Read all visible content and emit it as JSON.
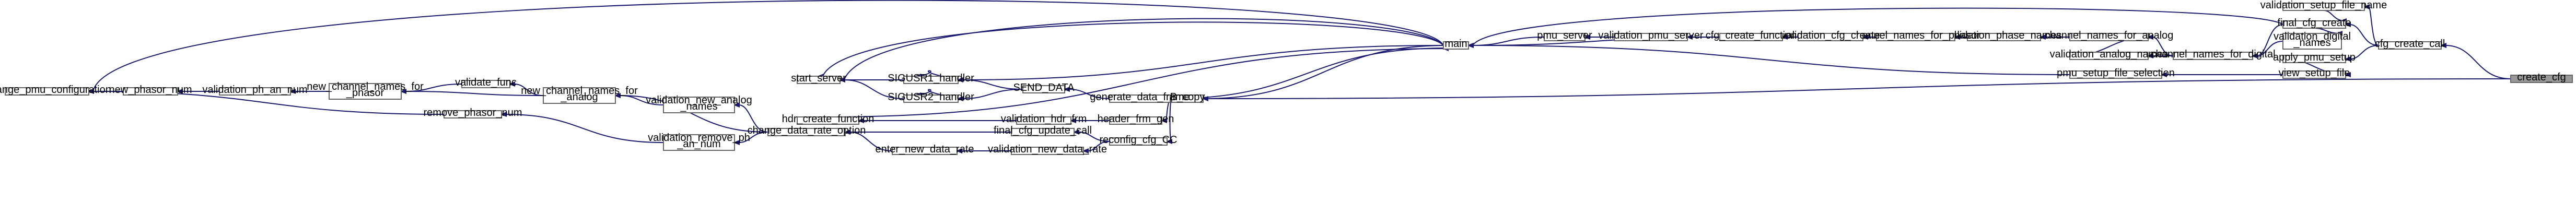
{
  "graph": {
    "nodes": {
      "create_cfg": "create_cfg",
      "cfg_create_call": "cfg_create_call",
      "B_copy": "B_copy",
      "validation_setup_file_name": "validation_setup_file_name",
      "final_cfg_create": "final_cfg_create",
      "validation_digital_names": [
        "validation_digital",
        "_names"
      ],
      "apply_pmu_setup": "apply_pmu_setup",
      "view_setup_file": "view_setup_file",
      "channel_names_for_digital": "channel_names_for_digital",
      "pmu_setup_file_selection": "pmu_setup_file_selection",
      "validation_analog_names": "validation_analog_names",
      "channel_names_for_analog": "channel_names_for_analog",
      "validation_phase_names": "validation_phase_names",
      "channel_names_for_phasor": "channel_names_for_phasor",
      "validation_cfg_create": "validation_cfg_create",
      "cfg_create_function": "cfg_create_function",
      "validation_pmu_server": "validation_pmu_server",
      "pmu_server": "pmu_server",
      "main": "main",
      "start_server": "start_server",
      "SIGUSR1_handler": "SIGUSR1_handler",
      "SIGUSR2_handler": "SIGUSR2_handler",
      "SEND_DATA": "SEND_DATA",
      "generate_data_frame": "generate_data_frame",
      "hdr_create_function": "hdr_create_function",
      "validation_hdr_frm": "validation_hdr_frm",
      "header_frm_gen": "header_frm_gen",
      "reconfig_cfg_CC": "reconfig_cfg_CC",
      "final_cfg_update_call": "final_cfg_update_call",
      "validation_new_data_rate": "validation_new_data_rate",
      "enter_new_data_rate": "enter_new_data_rate",
      "change_data_rate_option": "change_data_rate_option",
      "validation_new_analog_names": [
        "validation_new_analog",
        "_names"
      ],
      "validation_remove_ph_an_num": [
        "validation_remove_ph",
        "_an_num"
      ],
      "new_channel_names_for_analog": [
        "new_channel_names_for",
        "_analog"
      ],
      "remove_phasor_num": "remove_phasor_num",
      "validate_func": "validate_func",
      "new_channel_names_for_phasor": [
        "new_channel_names_for",
        "_phasor"
      ],
      "validation_ph_an_num": "validation_ph_an_num",
      "new_phasor_num": "new_phasor_num",
      "Change_pmu_configuration": "Change_pmu_configuration"
    }
  }
}
